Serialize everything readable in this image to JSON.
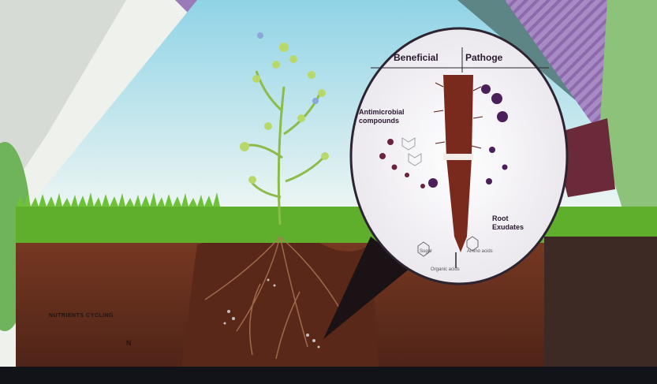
{
  "labels": {
    "beneficial": "Beneficial",
    "pathogen": "Pathoge",
    "antimicrobial": "Antimicrobial compounds",
    "root_exudates": "Root Exudates",
    "small_left": "Sugar",
    "small_right": "Amino acids",
    "small_bottom": "Organic acids",
    "nutrients": "NUTRIENTS CYCLING",
    "n": "N"
  },
  "colors": {
    "sky": "#9ad7e8",
    "grass": "#5aa82a",
    "soil": "#6b3421",
    "root": "#7a2a1c",
    "microbe": "#4b1f5a",
    "band": "#111318"
  }
}
